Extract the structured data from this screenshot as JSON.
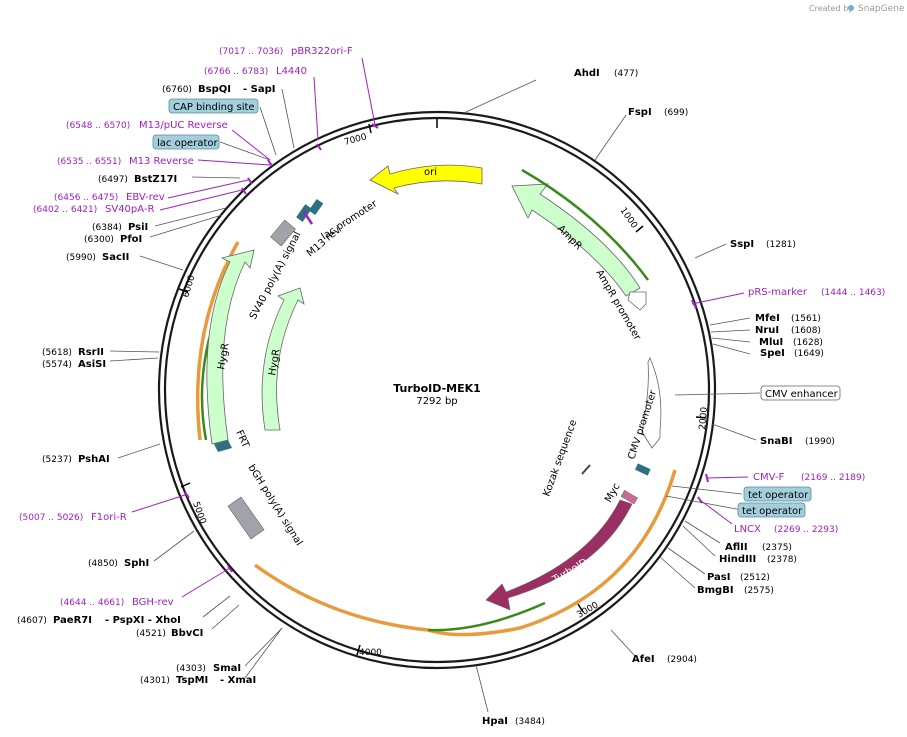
{
  "credit": {
    "text": "Created by",
    "brand": "SnapGene"
  },
  "plasmid": {
    "name": "TurboID-MEK1",
    "size": "7292 bp"
  },
  "ticks": [
    "1000",
    "2000",
    "3000",
    "4000",
    "5000",
    "6000",
    "7000"
  ],
  "sites": [
    {
      "name": "AhdI",
      "pos": "(477)"
    },
    {
      "name": "FspI",
      "pos": "(699)"
    },
    {
      "name": "SspI",
      "pos": "(1281)"
    },
    {
      "name": "MfeI",
      "pos": "(1561)"
    },
    {
      "name": "NruI",
      "pos": "(1608)"
    },
    {
      "name": "MluI",
      "pos": "(1628)"
    },
    {
      "name": "SpeI",
      "pos": "(1649)"
    },
    {
      "name": "SnaBI",
      "pos": "(1990)"
    },
    {
      "name": "AflII",
      "pos": "(2375)"
    },
    {
      "name": "HindIII",
      "pos": "(2378)"
    },
    {
      "name": "PasI",
      "pos": "(2512)"
    },
    {
      "name": "BmgBI",
      "pos": "(2575)"
    },
    {
      "name": "AfeI",
      "pos": "(2904)"
    },
    {
      "name": "HpaI",
      "pos": "(3484)"
    },
    {
      "name": "SmaI",
      "pos": "(4303)"
    },
    {
      "name": "TspMI",
      "pos": "(4301)",
      "extra": "- XmaI"
    },
    {
      "name": "BbvCI",
      "pos": "(4521)"
    },
    {
      "name": "PaeR7I",
      "pos": "(4607)",
      "extra": "- PspXI   - XhoI"
    },
    {
      "name": "SphI",
      "pos": "(4850)"
    },
    {
      "name": "PshAI",
      "pos": "(5237)"
    },
    {
      "name": "AsiSI",
      "pos": "(5574)"
    },
    {
      "name": "RsrII",
      "pos": "(5618)"
    },
    {
      "name": "SacII",
      "pos": "(5990)"
    },
    {
      "name": "PfoI",
      "pos": "(6300)"
    },
    {
      "name": "PsiI",
      "pos": "(6384)"
    },
    {
      "name": "BstZ17I",
      "pos": "(6497)"
    },
    {
      "name": "BspQI",
      "pos": "(6760)",
      "extra": "- SapI"
    }
  ],
  "primers": [
    {
      "name": "pBR322ori-F",
      "range": "(7017 .. 7036)"
    },
    {
      "name": "L4440",
      "range": "(6766 .. 6783)"
    },
    {
      "name": "M13/pUC Reverse",
      "range": "(6548 .. 6570)"
    },
    {
      "name": "M13 Reverse",
      "range": "(6535 .. 6551)"
    },
    {
      "name": "EBV-rev",
      "range": "(6456 .. 6475)"
    },
    {
      "name": "SV40pA-R",
      "range": "(6402 .. 6421)"
    },
    {
      "name": "pRS-marker",
      "range": "(1444 .. 1463)"
    },
    {
      "name": "CMV-F",
      "range": "(2169 .. 2189)"
    },
    {
      "name": "LNCX",
      "range": "(2269 .. 2293)"
    },
    {
      "name": "F1ori-R",
      "range": "(5007 .. 5026)"
    },
    {
      "name": "BGH-rev",
      "range": "(4644 .. 4661)"
    }
  ],
  "boxed": {
    "cap": "CAP binding site",
    "lac": "lac operator",
    "cmv_enh": "CMV enhancer",
    "tet1": "tet operator",
    "tet2": "tet operator"
  },
  "features": {
    "ori": "ori",
    "ampr": "AmpR",
    "ampr_promoter": "AmpR promoter",
    "cmv_promoter": "CMV promoter",
    "kozak": "Kozak sequence",
    "myc": "Myc",
    "turboid": "TurboID",
    "hygr_outer": "HygR",
    "hygr_inner": "HygR",
    "sv40": "SV40 poly(A) signal",
    "lac_promoter": "lac promoter",
    "m13rev": "M13 rev",
    "frt": "FRT",
    "bgh": "bGH poly(A) signal"
  },
  "colors": {
    "ori": "#ffff00",
    "ampr": "#ccffcc",
    "turboid": "#9b2f63",
    "primer": "#a020c0",
    "box": "#a3cfdc",
    "orange_arc": "#e89a3c",
    "green_arc": "#3a8a1a"
  }
}
